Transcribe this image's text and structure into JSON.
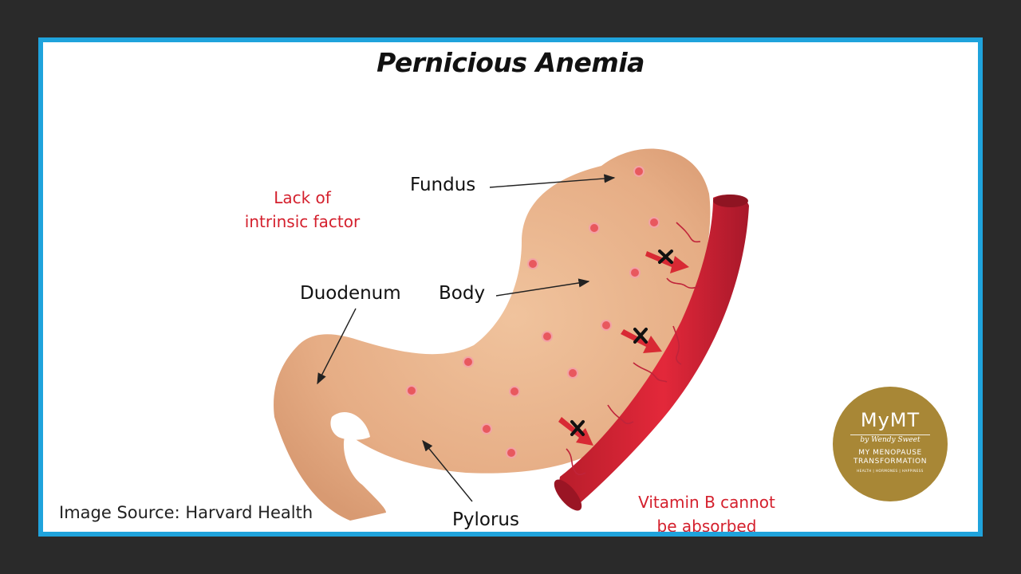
{
  "title": "Pernicious Anemia",
  "labels": {
    "fundus": "Fundus",
    "body": "Body",
    "duodenum": "Duodenum",
    "pylorus": "Pylorus"
  },
  "annotations": {
    "lack_line1": "Lack of",
    "lack_line2": "intrinsic factor",
    "vitamin_line1": "Vitamin B cannot",
    "vitamin_line2": "be absorbed"
  },
  "source": "Image Source: Harvard Health",
  "logo": {
    "brand": "MyMT",
    "signature": "by Wendy Sweet",
    "line1": "MY MENOPAUSE",
    "line2": "TRANSFORMATION",
    "tagline": "HEALTH | HORMONES | HAPPINESS"
  },
  "colors": {
    "frame": "#1fa3dc",
    "stomach": "#e9b28a",
    "blood_vessel": "#d42432",
    "annotation_red": "#d4202d",
    "logo_gold": "#a88736"
  }
}
